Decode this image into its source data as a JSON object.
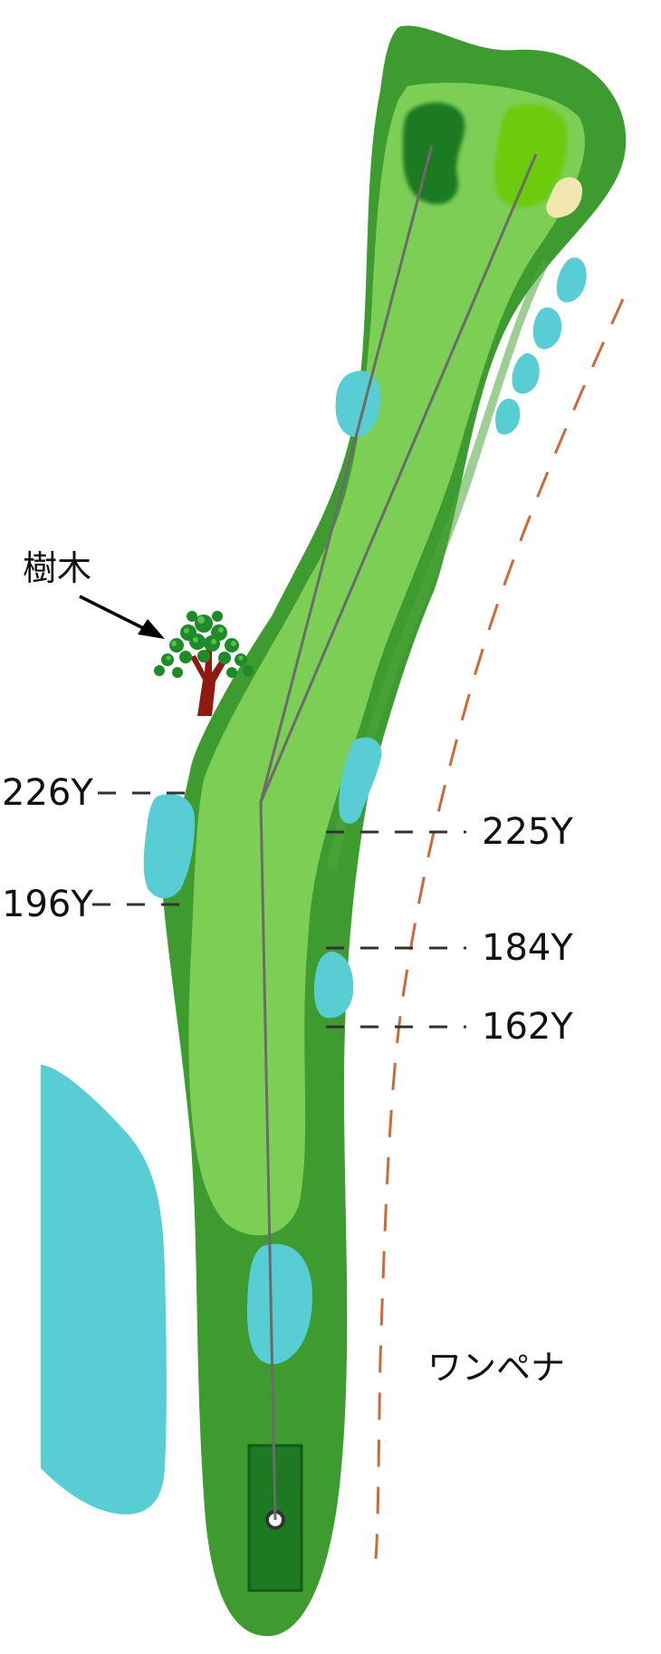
{
  "labels": {
    "tree": "樹木",
    "left_226": "226Y",
    "left_196": "196Y",
    "right_225": "225Y",
    "right_184": "184Y",
    "right_162": "162Y",
    "ob": "ワンペナ"
  },
  "colors": {
    "rough": "#3e9b2f",
    "fairway": "#7cce55",
    "green_left": "#1d7a22",
    "green_right": "#6ccb0a",
    "water": "#58cdd4",
    "sand": "#f0e7b0",
    "tee": "#1e7a22",
    "shot_line": "#6b6b6b",
    "penalty_line": "#cc6a3a"
  }
}
